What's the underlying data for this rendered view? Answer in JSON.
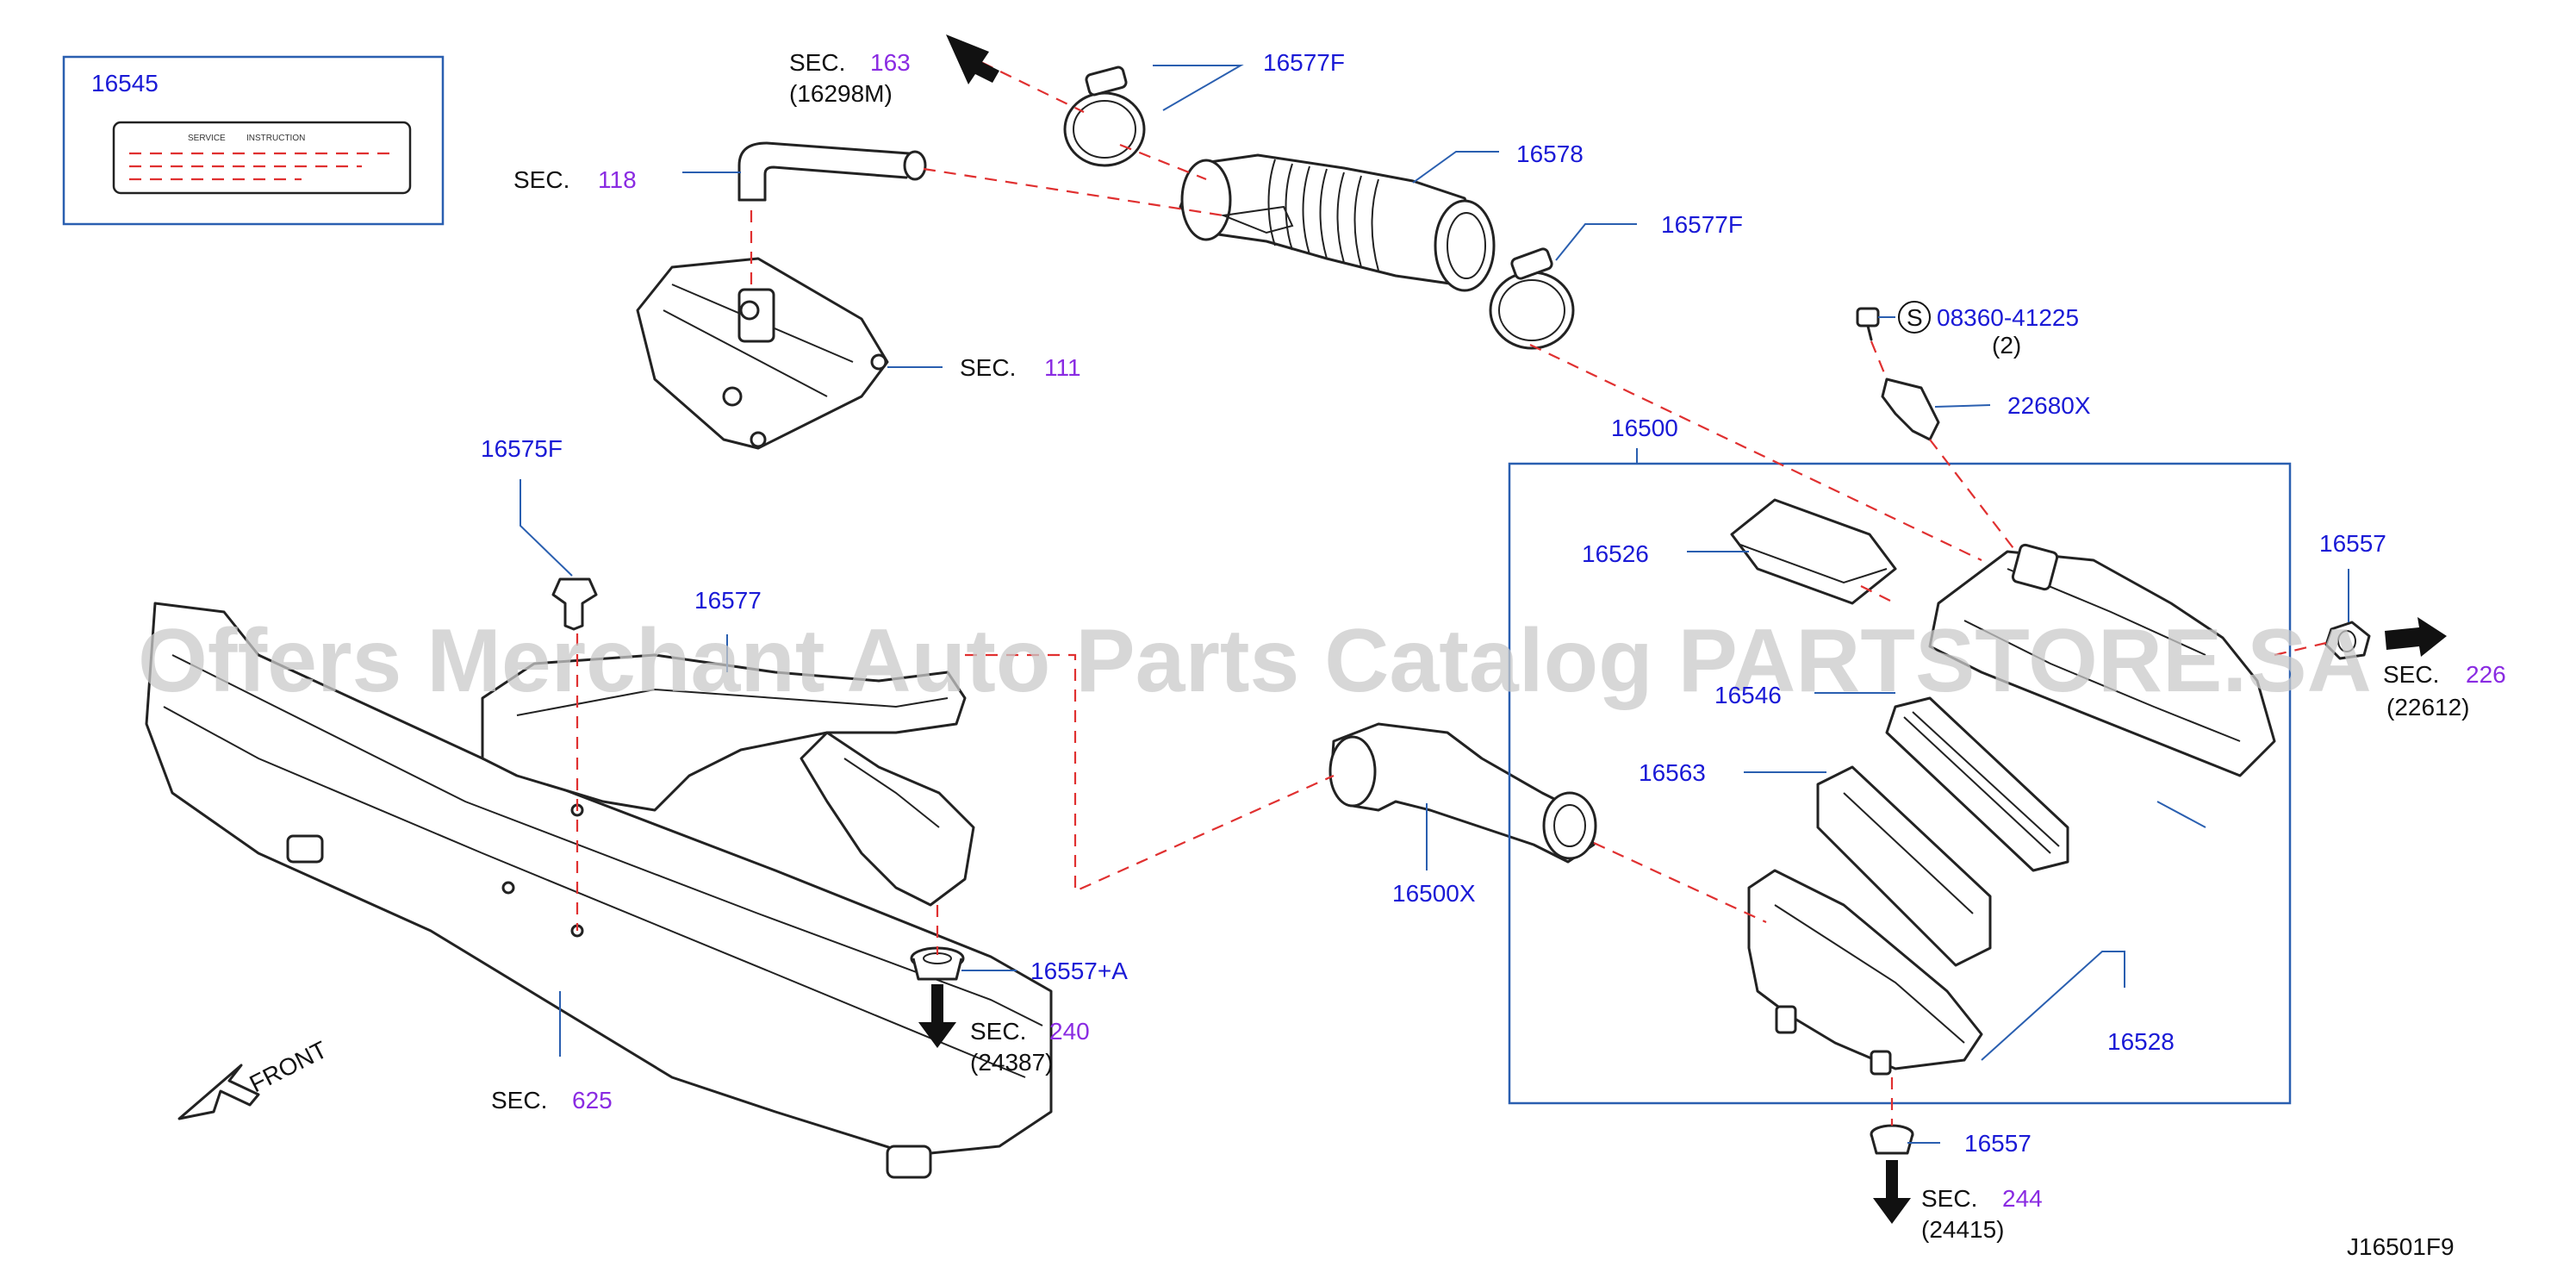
{
  "labels": {
    "p16545": "16545",
    "p16577F_top": "16577F",
    "p16578": "16578",
    "p16577F_mid": "16577F",
    "p08360": "08360-41225",
    "p08360_qty": "(2)",
    "p08360_prefix": "S",
    "p22680X": "22680X",
    "p16500": "16500",
    "p16526": "16526",
    "p16557_right": "16557",
    "p16546": "16546",
    "p16563": "16563",
    "p16500X": "16500X",
    "p16528": "16528",
    "p16557_bottom": "16557",
    "p16575F": "16575F",
    "p16577": "16577",
    "p16557A": "16557+A"
  },
  "sections": {
    "sec163": {
      "prefix": "SEC.",
      "num": "163",
      "sub": "(16298M)"
    },
    "sec118": {
      "prefix": "SEC.",
      "num": "118"
    },
    "sec111": {
      "prefix": "SEC.",
      "num": "111"
    },
    "sec240": {
      "prefix": "SEC.",
      "num": "240",
      "sub": "(24387)"
    },
    "sec625": {
      "prefix": "SEC.",
      "num": "625"
    },
    "sec244": {
      "prefix": "SEC.",
      "num": "244",
      "sub": "(24415)"
    },
    "sec226": {
      "prefix": "SEC.",
      "num": "226",
      "sub": "(22612)"
    }
  },
  "service_label": {
    "service": "SERVICE",
    "instruction": "INSTRUCTION"
  },
  "front_label": "FRONT",
  "diagram_code": "J16501F9",
  "watermark": "Offers Merchant Auto Parts Catalog PARTSTORE.SA",
  "colors": {
    "part_number": "#1a1ad6",
    "section_number": "#8a2be2",
    "leader_line": "#2a5fb0",
    "dashed_line": "#e03030",
    "watermark": "#c9c9c9"
  }
}
